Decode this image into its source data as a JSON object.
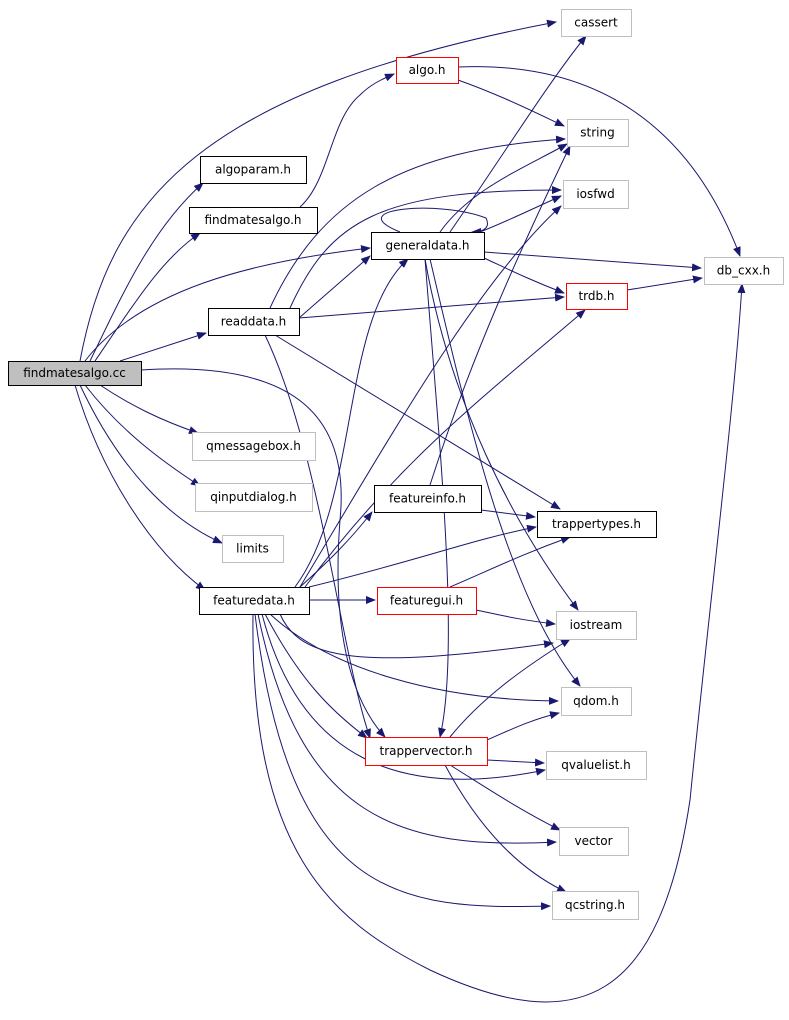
{
  "colors": {
    "edge": "#191970",
    "arrow": "#191970",
    "root_fill": "#bfbfbf",
    "border_documented": "#000000",
    "border_external": "#bfbfbf",
    "border_truncated": "#ff0000"
  },
  "nodes": [
    {
      "id": "findmatesalgo_cc",
      "label": "findmatesalgo.cc",
      "kind": "root"
    },
    {
      "id": "cassert",
      "label": "cassert",
      "kind": "external"
    },
    {
      "id": "algo_h",
      "label": "algo.h",
      "kind": "truncated"
    },
    {
      "id": "string",
      "label": "string",
      "kind": "external"
    },
    {
      "id": "algoparam_h",
      "label": "algoparam.h",
      "kind": "documented"
    },
    {
      "id": "findmatesalgo_h",
      "label": "findmatesalgo.h",
      "kind": "documented"
    },
    {
      "id": "iosfwd",
      "label": "iosfwd",
      "kind": "external"
    },
    {
      "id": "generaldata_h",
      "label": "generaldata.h",
      "kind": "documented"
    },
    {
      "id": "db_cxx_h",
      "label": "db_cxx.h",
      "kind": "external"
    },
    {
      "id": "readdata_h",
      "label": "readdata.h",
      "kind": "documented"
    },
    {
      "id": "trdb_h",
      "label": "trdb.h",
      "kind": "truncated"
    },
    {
      "id": "qmessagebox_h",
      "label": "qmessagebox.h",
      "kind": "external"
    },
    {
      "id": "qinputdialog_h",
      "label": "qinputdialog.h",
      "kind": "external"
    },
    {
      "id": "featureinfo_h",
      "label": "featureinfo.h",
      "kind": "documented"
    },
    {
      "id": "trappertypes_h",
      "label": "trappertypes.h",
      "kind": "documented"
    },
    {
      "id": "limits",
      "label": "limits",
      "kind": "external"
    },
    {
      "id": "featuredata_h",
      "label": "featuredata.h",
      "kind": "documented"
    },
    {
      "id": "featuregui_h",
      "label": "featuregui.h",
      "kind": "truncated"
    },
    {
      "id": "iostream",
      "label": "iostream",
      "kind": "external"
    },
    {
      "id": "qdom_h",
      "label": "qdom.h",
      "kind": "external"
    },
    {
      "id": "trappervector_h",
      "label": "trappervector.h",
      "kind": "truncated"
    },
    {
      "id": "qvaluelist_h",
      "label": "qvaluelist.h",
      "kind": "external"
    },
    {
      "id": "vector",
      "label": "vector",
      "kind": "external"
    },
    {
      "id": "qcstring_h",
      "label": "qcstring.h",
      "kind": "external"
    }
  ],
  "edges": [
    {
      "from": "findmatesalgo_cc",
      "to": "cassert"
    },
    {
      "from": "findmatesalgo_cc",
      "to": "algoparam_h"
    },
    {
      "from": "findmatesalgo_cc",
      "to": "findmatesalgo_h"
    },
    {
      "from": "findmatesalgo_cc",
      "to": "generaldata_h"
    },
    {
      "from": "findmatesalgo_cc",
      "to": "readdata_h"
    },
    {
      "from": "findmatesalgo_cc",
      "to": "qmessagebox_h"
    },
    {
      "from": "findmatesalgo_cc",
      "to": "qinputdialog_h"
    },
    {
      "from": "findmatesalgo_cc",
      "to": "limits"
    },
    {
      "from": "findmatesalgo_cc",
      "to": "featuredata_h"
    },
    {
      "from": "findmatesalgo_cc",
      "to": "trappervector_h"
    },
    {
      "from": "findmatesalgo_h",
      "to": "algo_h"
    },
    {
      "from": "algo_h",
      "to": "string"
    },
    {
      "from": "algo_h",
      "to": "db_cxx_h"
    },
    {
      "from": "generaldata_h",
      "to": "generaldata_h"
    },
    {
      "from": "generaldata_h",
      "to": "cassert"
    },
    {
      "from": "generaldata_h",
      "to": "string"
    },
    {
      "from": "generaldata_h",
      "to": "iosfwd"
    },
    {
      "from": "generaldata_h",
      "to": "db_cxx_h"
    },
    {
      "from": "generaldata_h",
      "to": "trdb_h"
    },
    {
      "from": "generaldata_h",
      "to": "iostream"
    },
    {
      "from": "generaldata_h",
      "to": "qdom_h"
    },
    {
      "from": "generaldata_h",
      "to": "trappervector_h"
    },
    {
      "from": "trdb_h",
      "to": "db_cxx_h"
    },
    {
      "from": "readdata_h",
      "to": "string"
    },
    {
      "from": "readdata_h",
      "to": "iosfwd"
    },
    {
      "from": "readdata_h",
      "to": "generaldata_h"
    },
    {
      "from": "readdata_h",
      "to": "trdb_h"
    },
    {
      "from": "readdata_h",
      "to": "trappertypes_h"
    },
    {
      "from": "readdata_h",
      "to": "trappervector_h"
    },
    {
      "from": "featureinfo_h",
      "to": "string"
    },
    {
      "from": "featureinfo_h",
      "to": "trappertypes_h"
    },
    {
      "from": "featuredata_h",
      "to": "iosfwd"
    },
    {
      "from": "featuredata_h",
      "to": "generaldata_h"
    },
    {
      "from": "featuredata_h",
      "to": "trdb_h"
    },
    {
      "from": "featuredata_h",
      "to": "featureinfo_h"
    },
    {
      "from": "featuredata_h",
      "to": "trappertypes_h"
    },
    {
      "from": "featuredata_h",
      "to": "featuregui_h"
    },
    {
      "from": "featuredata_h",
      "to": "iostream"
    },
    {
      "from": "featuredata_h",
      "to": "qdom_h"
    },
    {
      "from": "featuredata_h",
      "to": "trappervector_h"
    },
    {
      "from": "featuredata_h",
      "to": "qvaluelist_h"
    },
    {
      "from": "featuredata_h",
      "to": "vector"
    },
    {
      "from": "featuredata_h",
      "to": "qcstring_h"
    },
    {
      "from": "featuredata_h",
      "to": "db_cxx_h"
    },
    {
      "from": "featuregui_h",
      "to": "trappertypes_h"
    },
    {
      "from": "featuregui_h",
      "to": "iostream"
    },
    {
      "from": "trappervector_h",
      "to": "iostream"
    },
    {
      "from": "trappervector_h",
      "to": "qdom_h"
    },
    {
      "from": "trappervector_h",
      "to": "qvaluelist_h"
    },
    {
      "from": "trappervector_h",
      "to": "vector"
    },
    {
      "from": "trappervector_h",
      "to": "qcstring_h"
    }
  ]
}
